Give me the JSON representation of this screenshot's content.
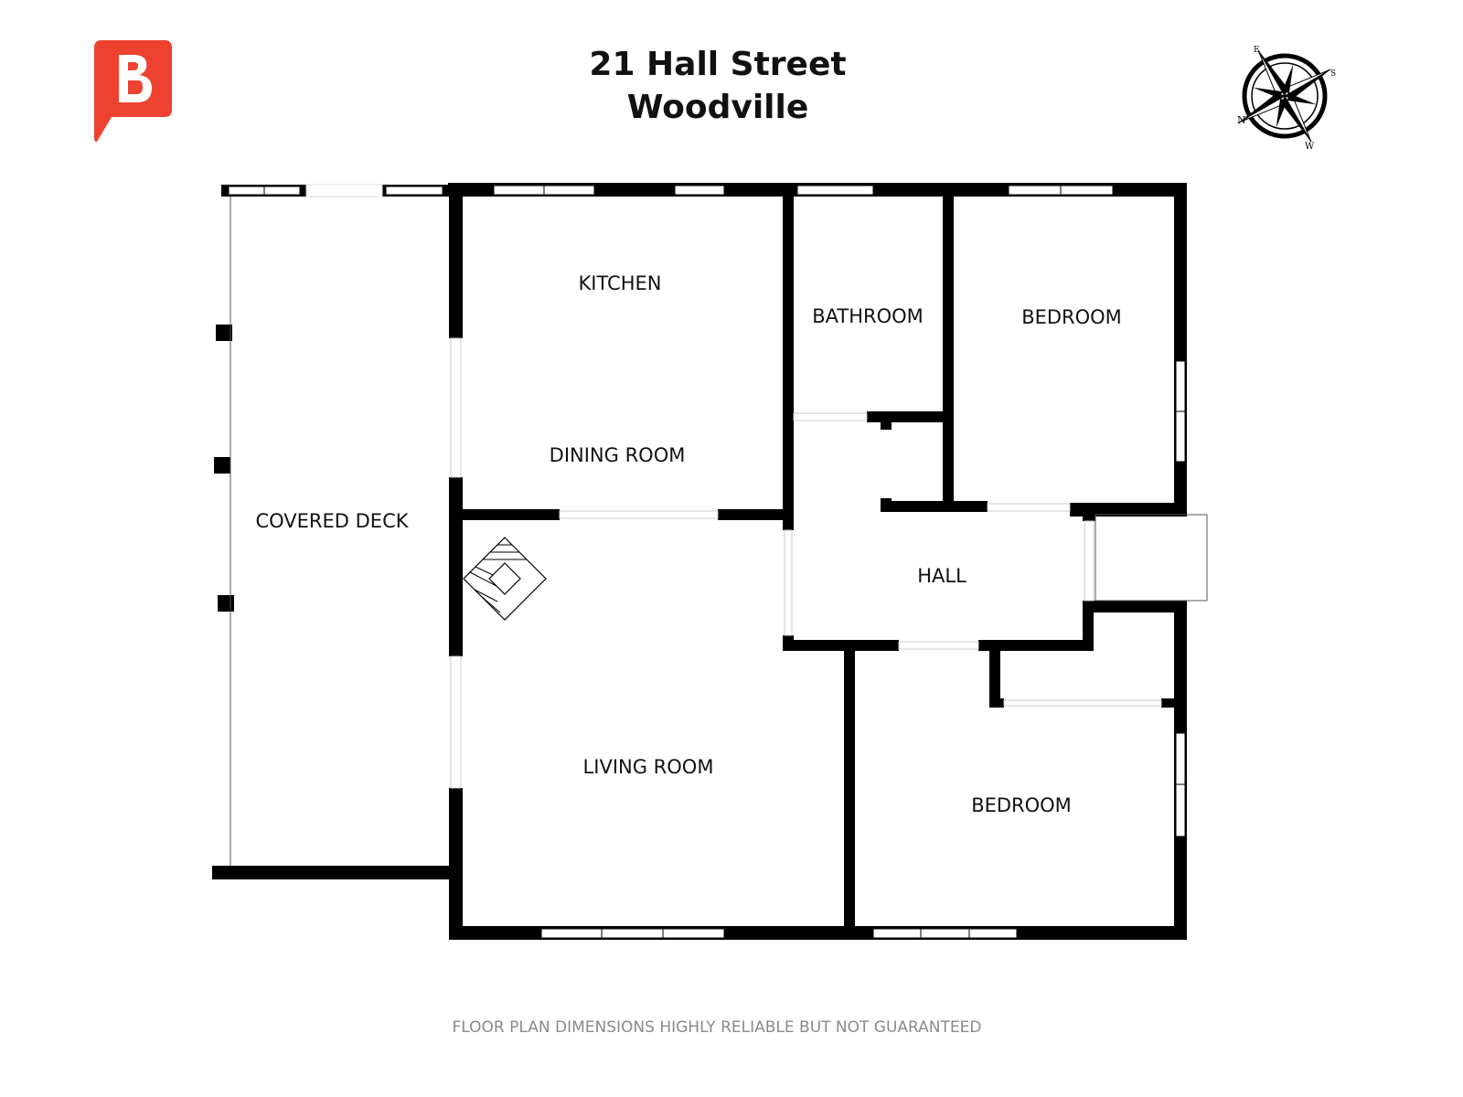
{
  "header": {
    "line1": "21 Hall Street",
    "line2": "Woodville"
  },
  "logo": {
    "letter": "B",
    "color": "#ee4230"
  },
  "compass": {
    "labels": [
      "N",
      "E",
      "S",
      "W"
    ]
  },
  "rooms": [
    {
      "id": "kitchen",
      "label": "KITCHEN"
    },
    {
      "id": "dining",
      "label": "DINING ROOM"
    },
    {
      "id": "bathroom",
      "label": "BATHROOM"
    },
    {
      "id": "bedroom1",
      "label": "BEDROOM"
    },
    {
      "id": "covered-deck",
      "label": "COVERED DECK"
    },
    {
      "id": "hall",
      "label": "HALL"
    },
    {
      "id": "living",
      "label": "LIVING ROOM"
    },
    {
      "id": "bedroom2",
      "label": "BEDROOM"
    }
  ],
  "footer": {
    "disclaimer": "FLOOR PLAN DIMENSIONS HIGHLY RELIABLE BUT NOT GUARANTEED"
  }
}
